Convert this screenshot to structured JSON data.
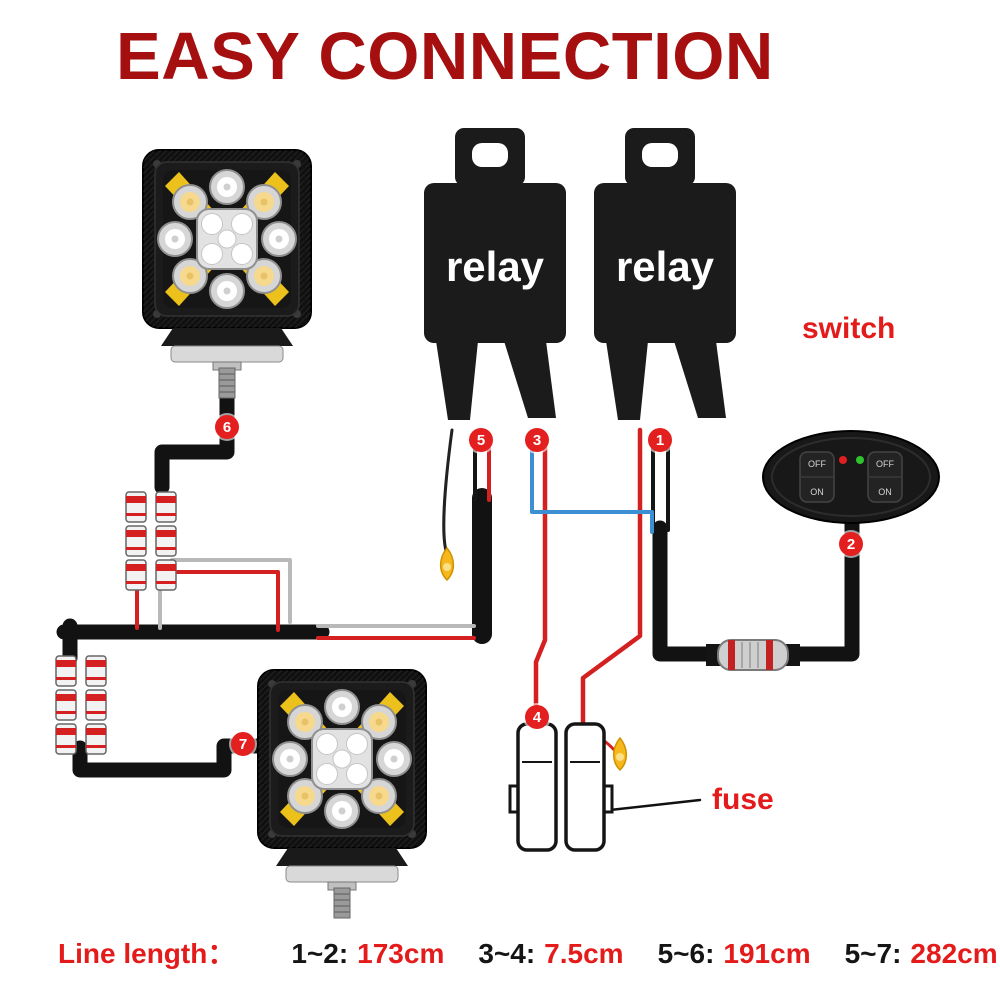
{
  "title": "EASY CONNECTION",
  "relays": {
    "left_label": "relay",
    "right_label": "relay"
  },
  "switch": {
    "label": "switch",
    "rocker_left": {
      "off": "OFF",
      "on": "ON"
    },
    "rocker_right": {
      "off": "OFF",
      "on": "ON"
    }
  },
  "fuse": {
    "label": "fuse"
  },
  "markers": {
    "1": "1",
    "2": "2",
    "3": "3",
    "4": "4",
    "5": "5",
    "6": "6",
    "7": "7"
  },
  "line_length": {
    "prefix": "Line length：",
    "segments": [
      {
        "pair": "1~2:",
        "value": "173cm"
      },
      {
        "pair": "3~4:",
        "value": "7.5cm"
      },
      {
        "pair": "5~6:",
        "value": "191cm"
      },
      {
        "pair": "5~7:",
        "value": "282cm"
      }
    ]
  },
  "colors": {
    "title_red": "#a50f0f",
    "accent_red": "#e41b1b",
    "wire_red": "#d42020",
    "wire_blue": "#3d8fd4",
    "accent_yellow": "#f2c41e"
  }
}
